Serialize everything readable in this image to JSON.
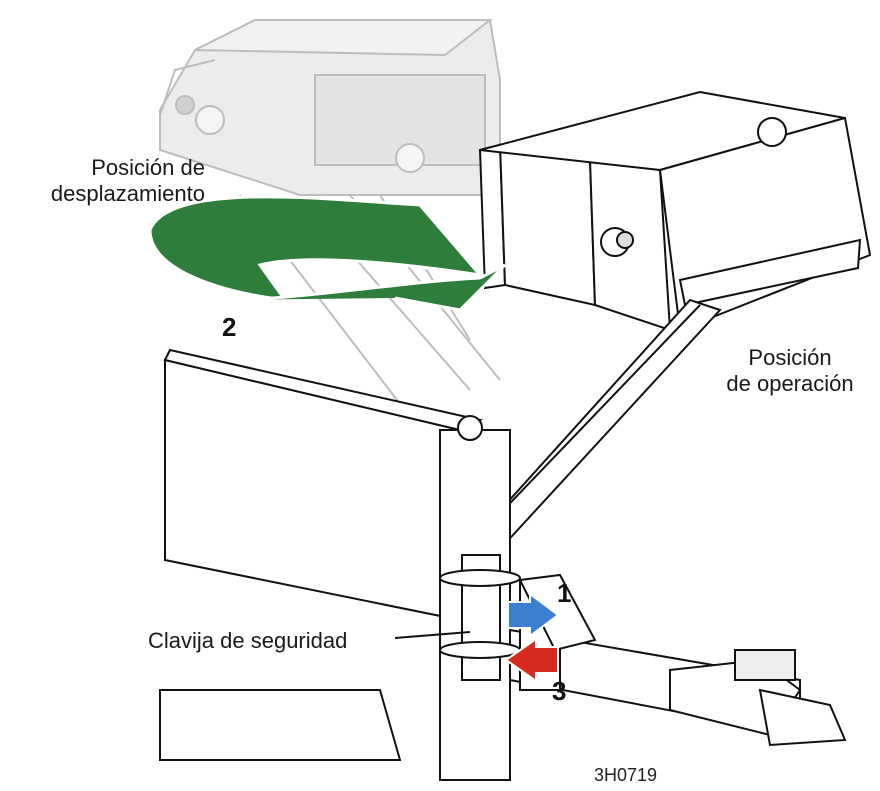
{
  "labels": {
    "transport_line1": "Posición de",
    "transport_line2": "desplazamiento",
    "operating_line1": "Posición",
    "operating_line2": "de operación",
    "pin": "Clavija de seguridad"
  },
  "callouts": {
    "step1": "1",
    "step2": "2",
    "step3": "3"
  },
  "figure_id": "3H0719",
  "colors": {
    "rotate_arrow": "#2e7d3a",
    "remove_arrow": "#3a7fd0",
    "insert_arrow": "#d52b1e",
    "ghost": "#bdbdbd",
    "line": "#111111"
  }
}
